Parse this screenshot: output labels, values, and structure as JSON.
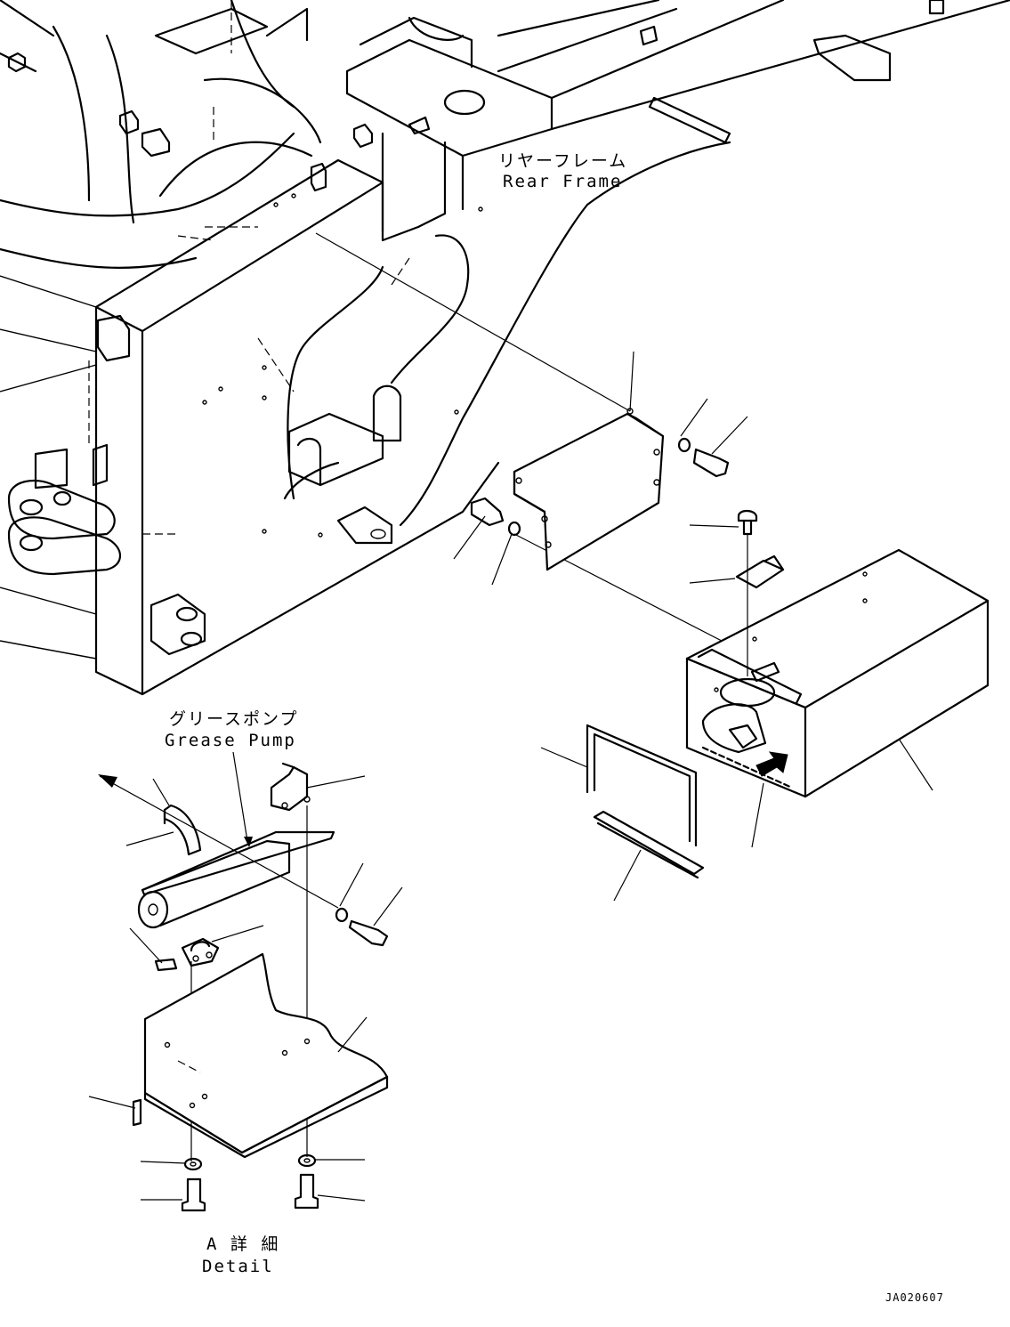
{
  "labels": {
    "rear_frame_jp": "リヤーフレーム",
    "rear_frame_en": "Rear Frame",
    "grease_pump_jp": "グリースポンプ",
    "grease_pump_en": "Grease Pump",
    "detail_jp": "A 詳 細",
    "detail_en": "Detail",
    "drawing_code": "JA020607"
  }
}
